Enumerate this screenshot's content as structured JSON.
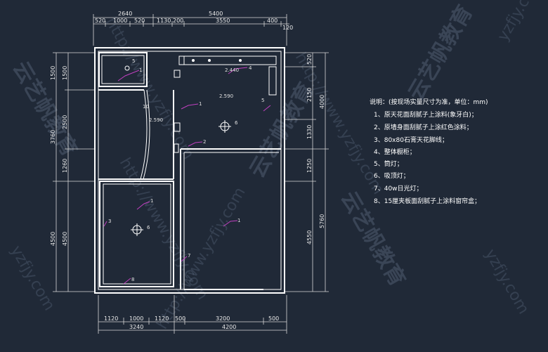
{
  "watermarks": {
    "brand": "云艺帆教育",
    "url": "http://www.yzfjy.com",
    "short": "yzfjy.com"
  },
  "dims_top_row1": [
    "2640",
    "5400"
  ],
  "dims_top_row2": [
    "520",
    "1000",
    "520",
    "1130",
    "200",
    "3550",
    "400",
    "120"
  ],
  "dims_bottom_row1": [
    "1120",
    "1000",
    "1120",
    "500",
    "3200",
    "500"
  ],
  "dims_bottom_row2": [
    "3240",
    "4200"
  ],
  "dims_left_outer": [
    "1500",
    "3760",
    "4500"
  ],
  "dims_left_inner": [
    "1500",
    "2500",
    "1260",
    "4500"
  ],
  "dims_right_inner": [
    "520",
    "2150",
    "1330",
    "1250",
    "4550"
  ],
  "dims_right_outer": [
    "4000",
    "5760"
  ],
  "room_marks": {
    "m1": "1",
    "m1b": "1",
    "m1c": "1",
    "m1d": "1",
    "m2": "2",
    "m3": "3",
    "m4": "4",
    "m5": "5",
    "m5b": "5",
    "m6": "6",
    "m6b": "6",
    "m7": "7",
    "m8": "8",
    "h1": "2.440",
    "h2": "2.590",
    "h3": "2.590",
    "h10": "10"
  },
  "notes": {
    "title": "说明：(按现场实量尺寸为准，单位：mm)",
    "items": [
      "1、原天花面刮腻子上涂料(象牙白)；",
      "2、原墙身面刮腻子上涂红色涂料；",
      "3、80x80石膏天花脚线；",
      "4、整体橱柜；",
      "5、筒灯；",
      "6、吸顶灯；",
      "7、40w日光灯；",
      "8、15厘夹板面刮腻子上涂料窗帘盒；"
    ]
  }
}
